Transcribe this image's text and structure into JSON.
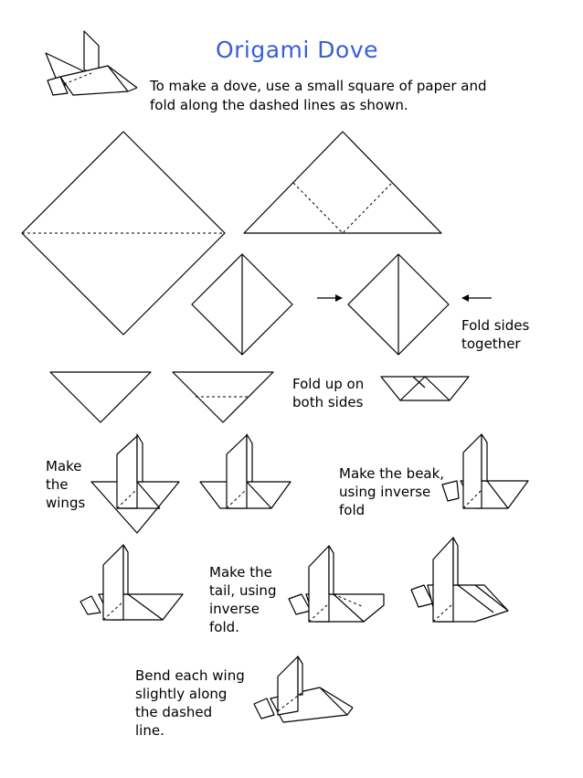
{
  "title": "Origami Dove",
  "intro": "To make a dove, use  a small square of paper and fold along the dashed lines as shown.",
  "labels": {
    "fold_sides": "Fold sides together",
    "fold_up": "Fold up on both sides",
    "make_wings": "Make the wings",
    "make_beak": "Make the beak, using inverse  fold",
    "make_tail": "Make the tail, using inverse fold.",
    "bend_wing": "Bend each wing slightly along the dashed line."
  },
  "colors": {
    "title": "#3a5fd6",
    "lines": "#000000"
  }
}
